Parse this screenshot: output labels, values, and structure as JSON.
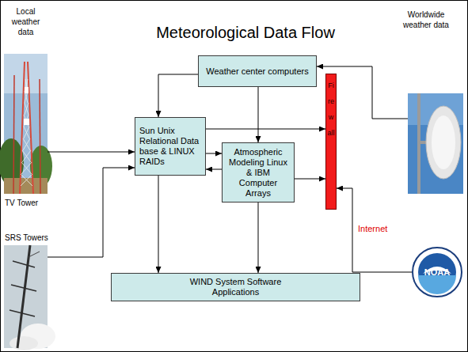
{
  "diagram": {
    "title": "Meteorological Data Flow",
    "nodes": [
      {
        "text": [
          "Local weather data",
          "TV Tower"
        ]
      },
      {
        "text": [
          "Weather center computers"
        ]
      },
      {
        "text": [
          "Worldwide weather data"
        ]
      },
      {
        "text": [
          "Sun Unix Relational Data base & LINUX RAIDs"
        ]
      },
      {
        "text": [
          "Atmospheric Modeling Linux & IBM Computer Arrays"
        ]
      },
      {
        "text": [
          "Firewall"
        ]
      },
      {
        "text": [
          "SRS Towers"
        ]
      },
      {
        "text": [
          "NOAA"
        ]
      },
      {
        "text": [
          "WIND System Software Applications"
        ]
      }
    ],
    "edges": [
      {
        "from": 0,
        "to": 3,
        "arrow": "to"
      },
      {
        "from": 6,
        "to": 3,
        "arrow": "to"
      },
      {
        "from": 2,
        "to": 1,
        "arrow": "to"
      },
      {
        "from": 1,
        "to": 3,
        "arrow": "to"
      },
      {
        "from": 1,
        "to": 4,
        "arrow": "to"
      },
      {
        "from": 3,
        "to": 4,
        "arrow": "to"
      },
      {
        "from": 4,
        "to": 3,
        "arrow": "to"
      },
      {
        "from": 3,
        "to": 5,
        "arrow": "to"
      },
      {
        "from": 4,
        "to": 5,
        "arrow": "to"
      },
      {
        "from": 7,
        "to": 5,
        "label": "Internet",
        "arrow": "to"
      },
      {
        "from": 3,
        "to": 8,
        "arrow": "to"
      },
      {
        "from": 4,
        "to": 8,
        "arrow": "to"
      }
    ]
  }
}
